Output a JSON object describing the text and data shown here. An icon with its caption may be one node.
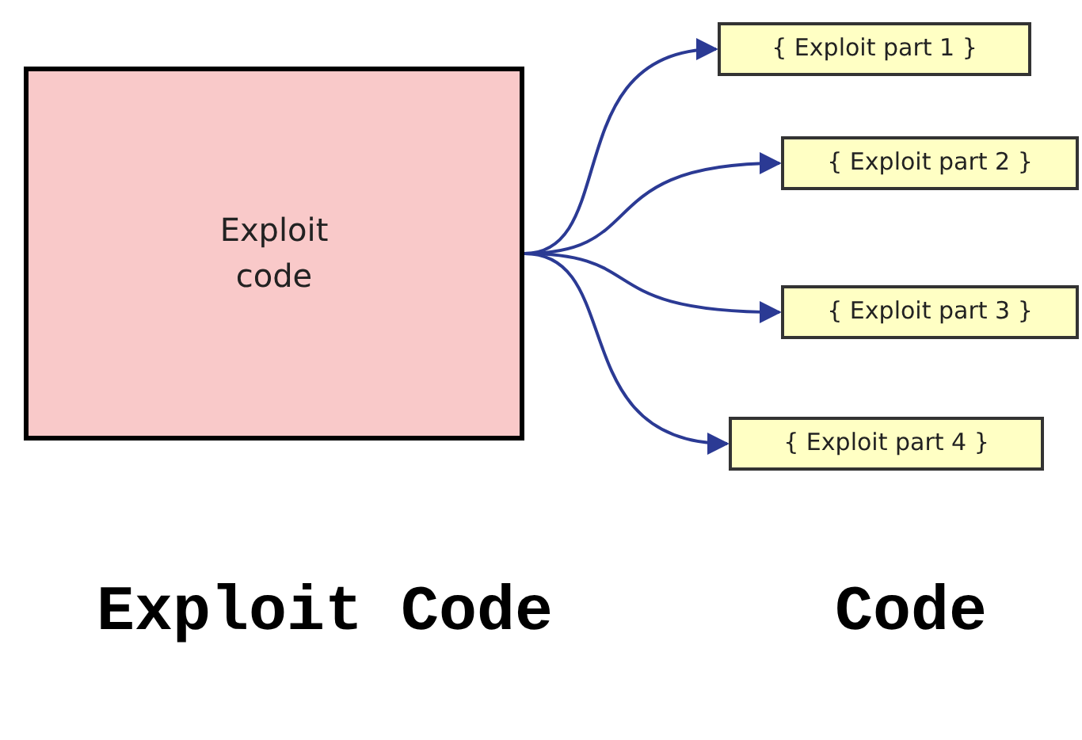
{
  "diagram": {
    "nodes": [
      {
        "text": [
          "Exploit code"
        ]
      },
      {
        "text": [
          "{ Exploit part 1 }"
        ]
      },
      {
        "text": [
          "{ Exploit part 2 }"
        ]
      },
      {
        "text": [
          "{ Exploit part 3 }"
        ]
      },
      {
        "text": [
          "{ Exploit part 4 }"
        ]
      }
    ],
    "edges": [
      {
        "from": 0,
        "to": 1,
        "arrow": "to"
      },
      {
        "from": 0,
        "to": 2,
        "arrow": "to"
      },
      {
        "from": 0,
        "to": 3,
        "arrow": "to"
      },
      {
        "from": 0,
        "to": 4,
        "arrow": "to"
      }
    ],
    "labels": [
      "Exploit Code",
      "Code"
    ]
  }
}
